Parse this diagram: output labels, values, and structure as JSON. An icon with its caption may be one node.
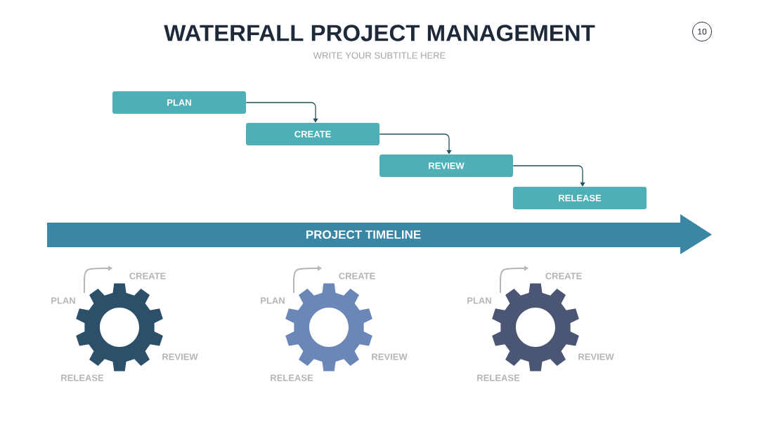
{
  "diagram": {
    "title": "WATERFALL PROJECT MANAGEMENT",
    "nodes": [
      {
        "text": [
          "10"
        ]
      },
      {
        "text": [
          "PLAN"
        ]
      },
      {
        "text": [
          "CREATE"
        ]
      },
      {
        "text": [
          "REVIEW"
        ]
      },
      {
        "text": [
          "RELEASE"
        ]
      },
      {
        "text": [
          "PROJECT TIMELINE"
        ]
      }
    ],
    "edges": [
      {
        "from": 1,
        "to": 2,
        "arrow": "to"
      },
      {
        "from": 2,
        "to": 3,
        "arrow": "to"
      },
      {
        "from": 3,
        "to": 4,
        "arrow": "to"
      }
    ],
    "labels": [
      "WRITE YOUR SUBTITLE HERE",
      "CREATE",
      "PLAN",
      "REVIEW",
      "RELEASE",
      "CREATE",
      "PLAN",
      "REVIEW",
      "RELEASE",
      "CREATE",
      "PLAN",
      "REVIEW",
      "RELEASE"
    ]
  }
}
